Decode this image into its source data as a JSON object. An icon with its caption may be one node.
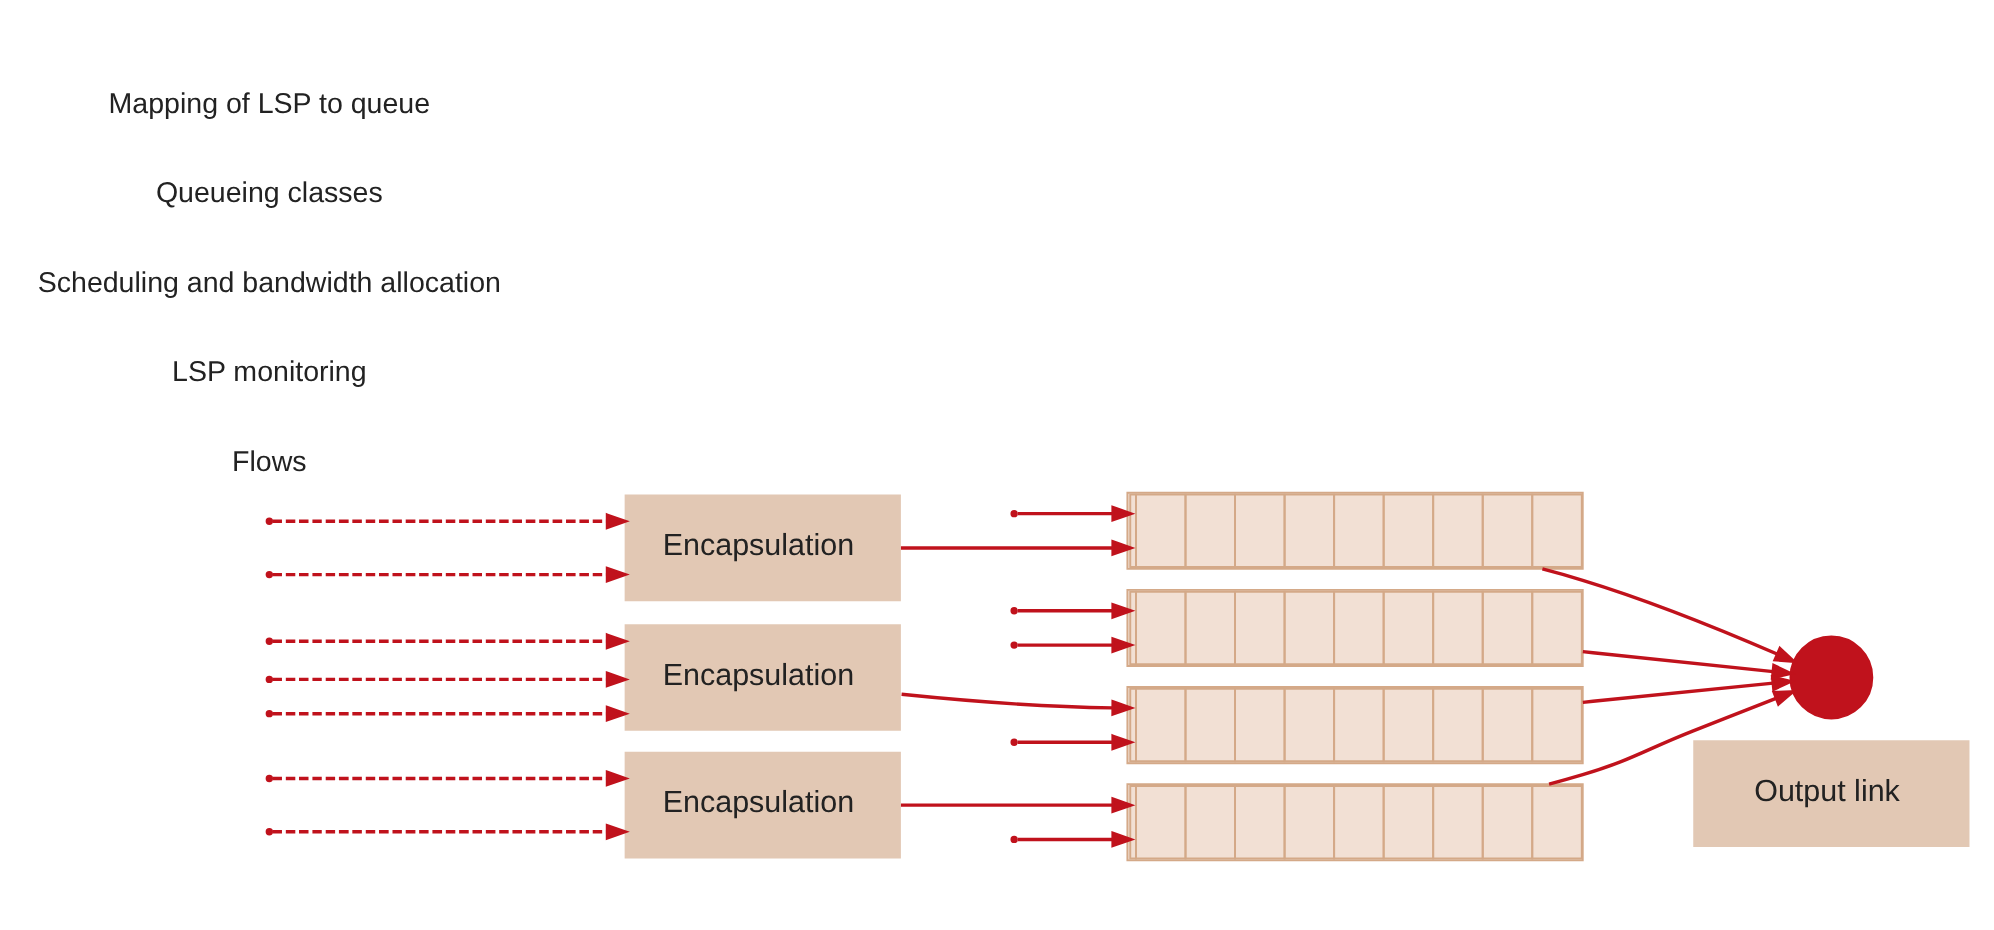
{
  "diagram": {
    "nodes": [
      {
        "text": [
          "Encapsulation"
        ]
      },
      {
        "text": [
          "Encapsulation"
        ]
      },
      {
        "text": [
          "Encapsulation"
        ]
      },
      {
        "text": [],
        "shape": "box"
      },
      {
        "text": [],
        "shape": "box"
      },
      {
        "text": [],
        "shape": "box"
      },
      {
        "text": [],
        "shape": "box"
      },
      {
        "text": [],
        "shape": "circle"
      },
      {
        "text": [
          "Output link"
        ]
      }
    ],
    "edges": [
      {
        "from": null,
        "to": 0,
        "arrow": "to",
        "style": "dashed"
      },
      {
        "from": null,
        "to": 0,
        "arrow": "to",
        "style": "dashed"
      },
      {
        "from": null,
        "to": 1,
        "arrow": "to",
        "style": "dashed"
      },
      {
        "from": null,
        "to": 1,
        "arrow": "to",
        "style": "dashed"
      },
      {
        "from": null,
        "to": 1,
        "arrow": "to",
        "style": "dashed"
      },
      {
        "from": null,
        "to": 2,
        "arrow": "to",
        "style": "dashed"
      },
      {
        "from": null,
        "to": 2,
        "arrow": "to",
        "style": "dashed"
      },
      {
        "from": null,
        "to": 3,
        "arrow": "to"
      },
      {
        "from": 0,
        "to": 3,
        "arrow": "to"
      },
      {
        "from": null,
        "to": 4,
        "arrow": "to"
      },
      {
        "from": null,
        "to": 4,
        "arrow": "to"
      },
      {
        "from": 1,
        "to": 5,
        "arrow": "to"
      },
      {
        "from": null,
        "to": 5,
        "arrow": "to"
      },
      {
        "from": 2,
        "to": 6,
        "arrow": "to"
      },
      {
        "from": null,
        "to": 6,
        "arrow": "to"
      },
      {
        "from": 3,
        "to": 7,
        "arrow": "to"
      },
      {
        "from": 4,
        "to": 7,
        "arrow": "to"
      },
      {
        "from": 5,
        "to": 7,
        "arrow": "to"
      },
      {
        "from": 6,
        "to": 7,
        "arrow": "to"
      }
    ],
    "labels": [
      "Flows",
      "LSP monitoring",
      "Scheduling and bandwidth allocation",
      "Queueing classes",
      "Mapping of LSP to queue"
    ]
  }
}
